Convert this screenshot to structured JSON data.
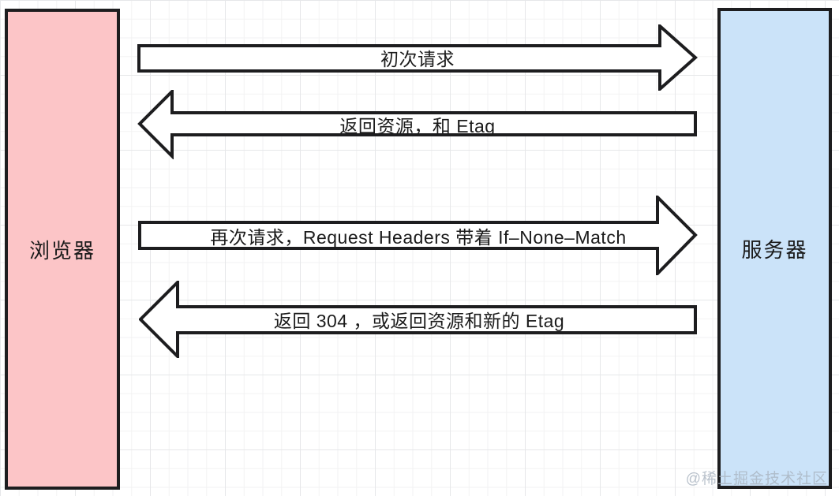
{
  "colors": {
    "canvas-bg": "#ffffff",
    "grid-minor": "#f2f2f3",
    "grid-major": "#e6e7e9",
    "line": "#1d1d1f",
    "arrow-fill": "#ffffff",
    "browser-fill": "#fcc5c7",
    "server-fill": "#cbe3f9",
    "text": "#1b1b1b",
    "watermark": "#a9b4c0"
  },
  "nodes": {
    "browser": {
      "label": "浏览器"
    },
    "server": {
      "label": "服务器"
    }
  },
  "arrows": [
    {
      "label": "初次请求",
      "direction": "right"
    },
    {
      "label": "返回资源，和 Etag",
      "direction": "left"
    },
    {
      "label": "再次请求，Request Headers 带着 If–None–Match",
      "direction": "right"
    },
    {
      "label": "返回 304 ，或返回资源和新的 Etag",
      "direction": "left"
    }
  ],
  "watermark": "@稀土掘金技术社区"
}
